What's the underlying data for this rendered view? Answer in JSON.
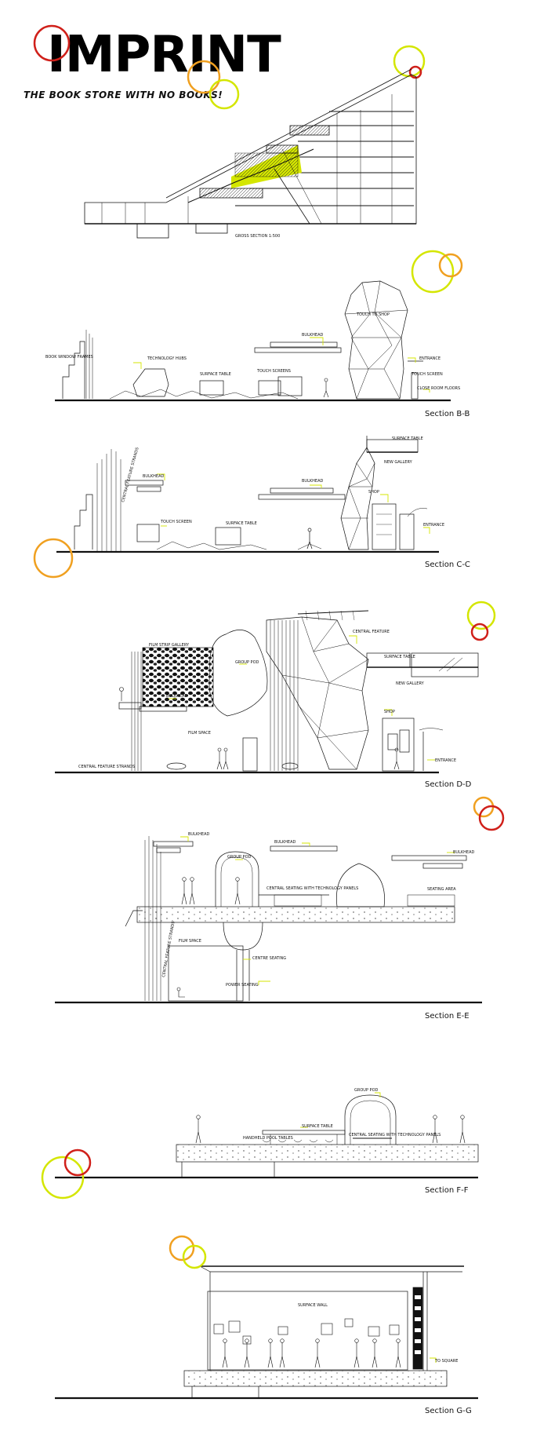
{
  "header": {
    "title": "IMPRINT",
    "tagline": "THE BOOK STORE WITH NO BOOKS!"
  },
  "colors": {
    "accent_yellow": "#d4e600",
    "accent_orange": "#f0a020",
    "accent_red": "#d0201a",
    "line": "#111111"
  },
  "sections": {
    "gross": {
      "caption": "GROSS SECTION 1:500"
    },
    "bb": {
      "title": "Section B-B",
      "labels": {
        "feature_stairs": "BOOK WINDOW FRAMES",
        "tech_hubs": "TECHNOLOGY HUBS",
        "surface_table": "SURFACE TABLE",
        "touch_screens": "TOUCH SCREENS",
        "bulkhead": "BULKHEAD",
        "touch_to_shop": "TOUCH TO SHOP",
        "entrance": "ENTRANCE",
        "touch_screen": "TOUCH SCREEN",
        "close_room": "CLOSE ROOM FLOORS"
      }
    },
    "cc": {
      "title": "Section C-C",
      "labels": {
        "bulkhead_1": "BULKHEAD",
        "bulkhead_2": "BULKHEAD",
        "central_feature": "CENTRAL FEATURE STRANDS",
        "touch_screen": "TOUCH SCREEN",
        "surface_table": "SURFACE TABLE",
        "shop": "SHOP",
        "surface_table_2": "SURFACE TABLE",
        "new_gallery": "NEW GALLERY",
        "entrance": "ENTRANCE"
      }
    },
    "dd": {
      "title": "Section D-D",
      "labels": {
        "film_gallery": "FILM STRIP GALLERY",
        "group_pod": "GROUP POD",
        "central_feature": "CENTRAL FEATURE",
        "bulkhead": "BULKHEAD",
        "film_space": "FILM SPACE",
        "surface_table": "SURFACE TABLE",
        "new_gallery": "NEW GALLERY",
        "shop": "SHOP",
        "entrance": "ENTRANCE",
        "strands": "CENTRAL FEATURE STRANDS"
      }
    },
    "ee": {
      "title": "Section E-E",
      "labels": {
        "bulkhead_1": "BULKHEAD",
        "bulkhead_2": "BULKHEAD",
        "bulkhead_3": "BULKHEAD",
        "group_pod": "GROUP POD",
        "central_seating": "CENTRAL SEATING WITH TECHNOLOGY PANELS",
        "seating_area": "SEATING AREA",
        "film_space": "FILM SPACE",
        "central_strands": "CENTRAL FEATURE STRANDS",
        "seating": "CENTRE SEATING",
        "power_seating": "POWER SEATING"
      }
    },
    "ff": {
      "title": "Section F-F",
      "labels": {
        "group_pod": "GROUP POD",
        "surface_table": "SURFACE TABLE",
        "handheld": "HANDHELD POOL TABLES",
        "central_seating": "CENTRAL SEATING WITH TECHNOLOGY PANELS"
      }
    },
    "gg": {
      "title": "Section G-G",
      "labels": {
        "surface_wall": "SURFACE WALL",
        "to_square": "TO SQUARE"
      }
    }
  }
}
